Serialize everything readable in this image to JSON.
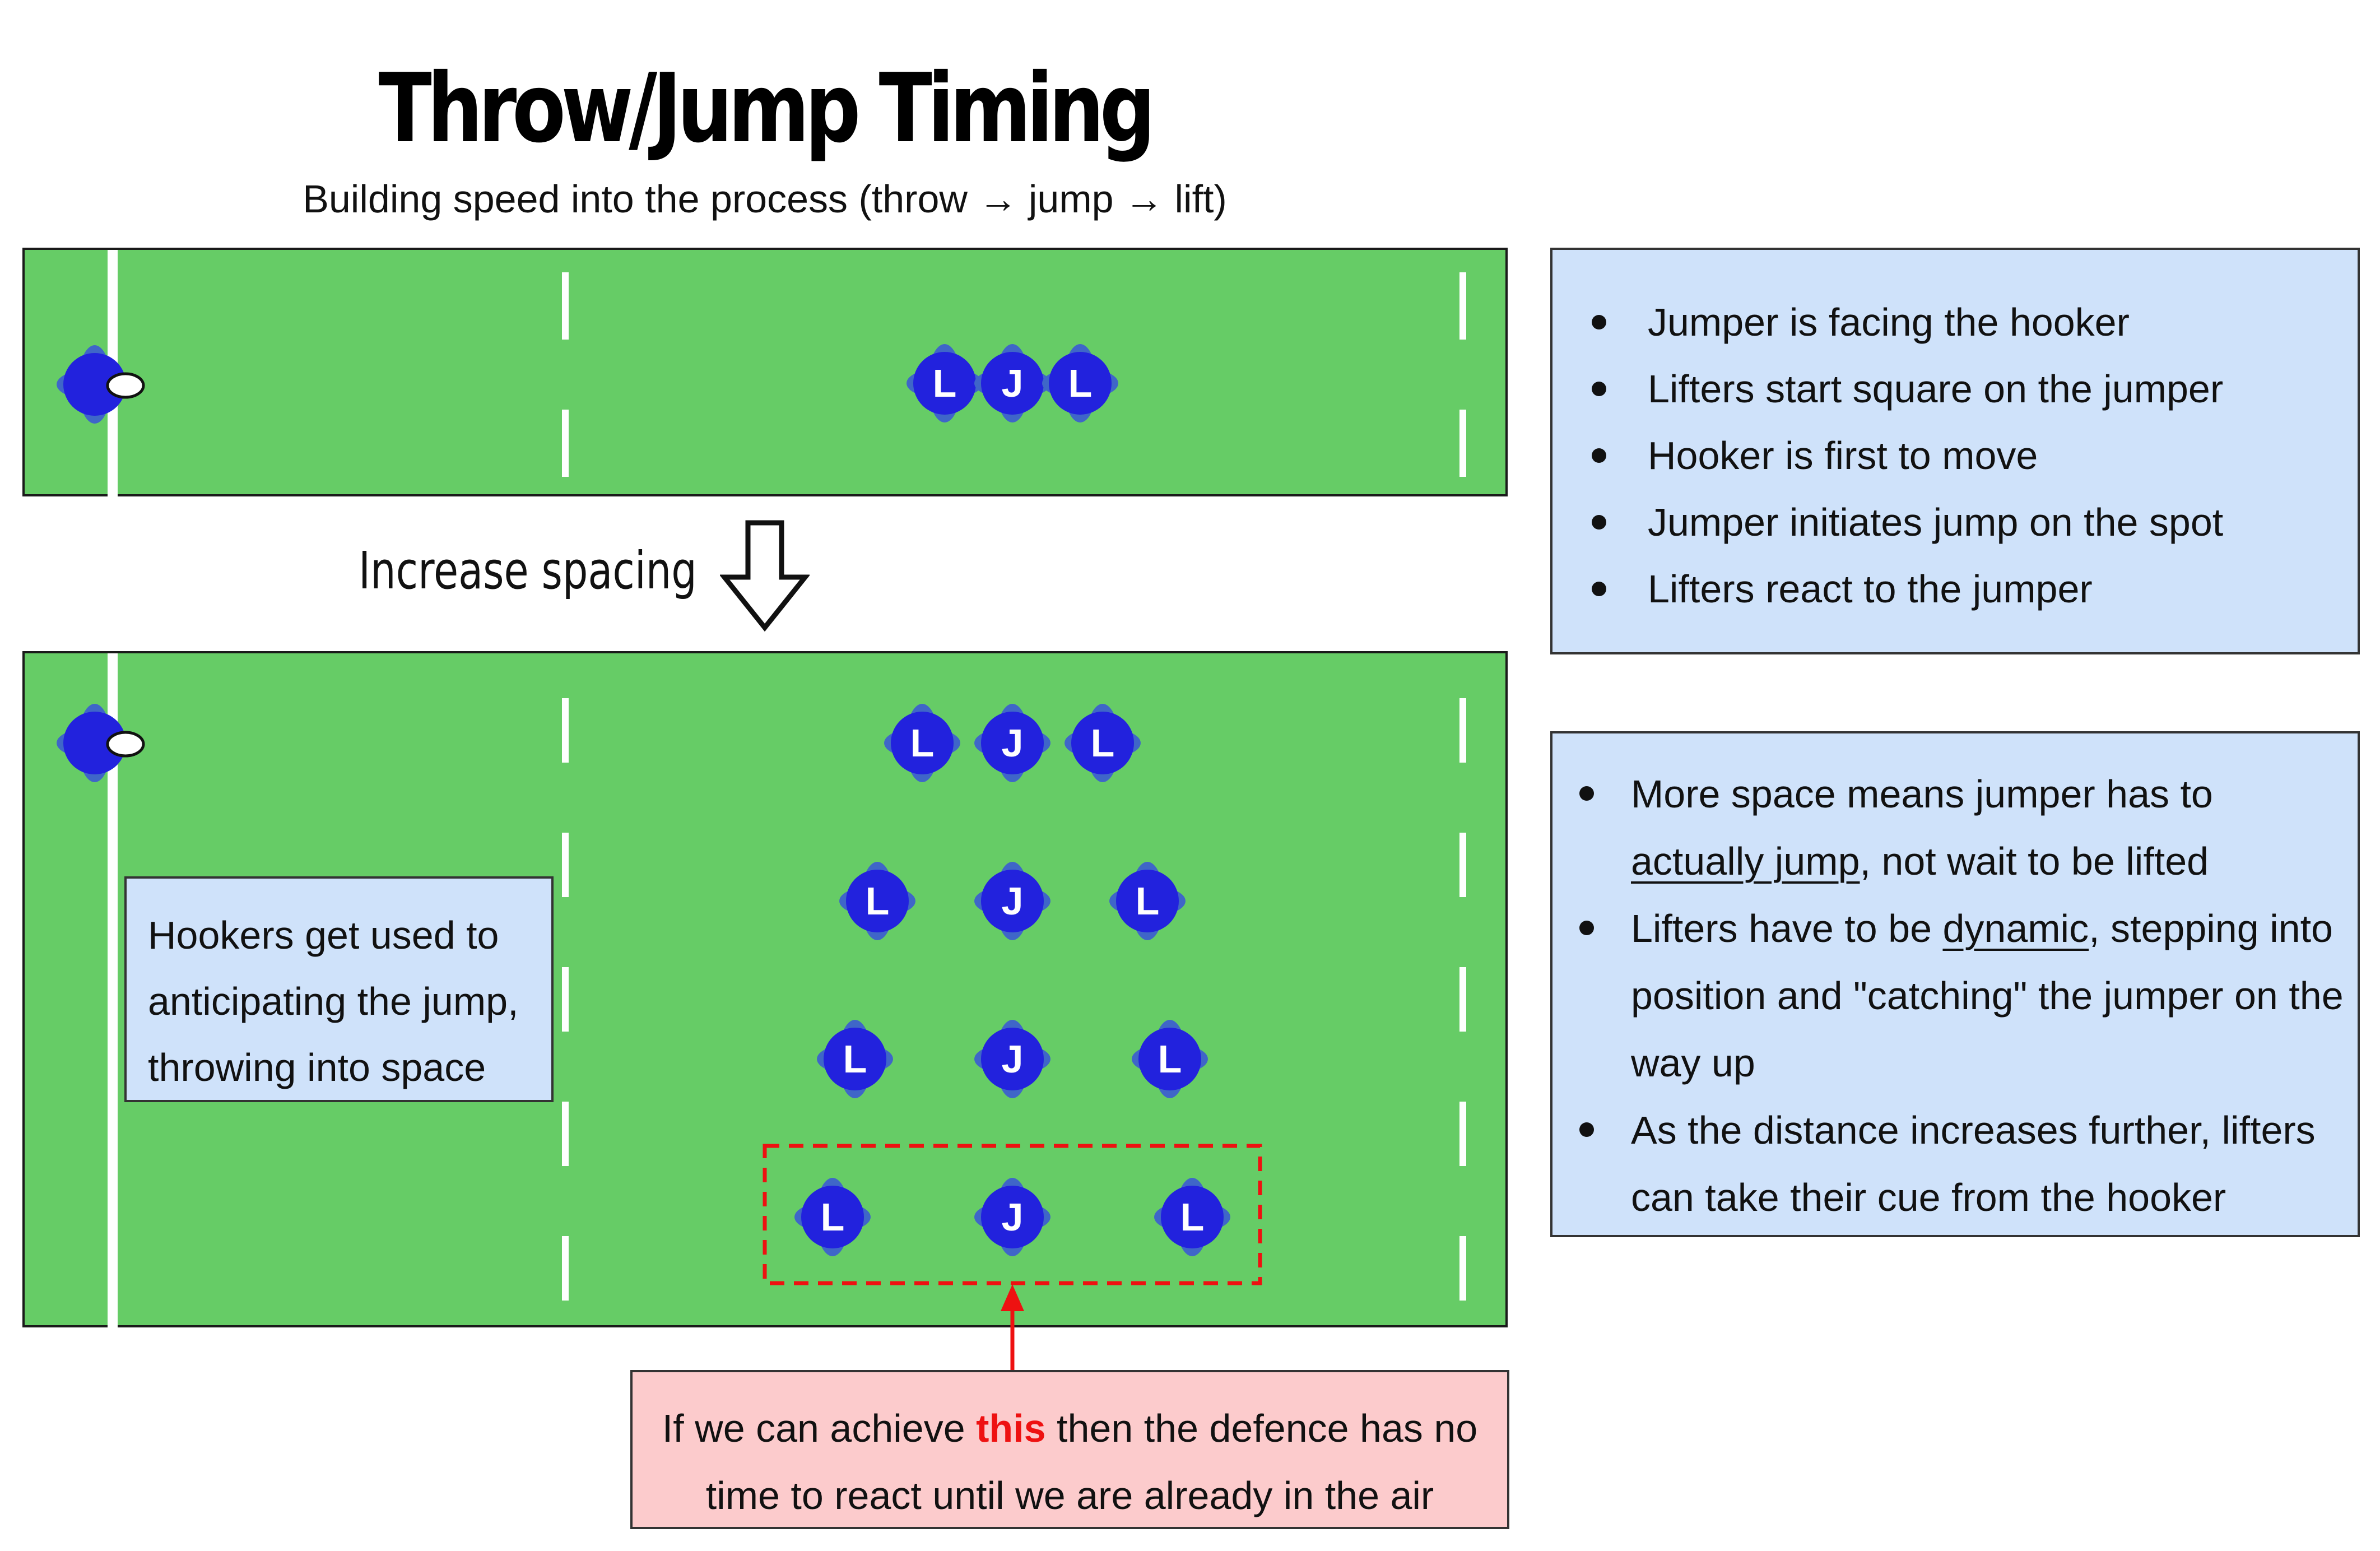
{
  "title": "Throw/Jump Timing",
  "subtitle": "Building speed into the process (throw → jump → lift)",
  "increase_label": "Increase spacing",
  "player_labels": {
    "lifter": "L",
    "jumper": "J"
  },
  "hooker_note": {
    "line1": "Hookers get used to",
    "line2": "anticipating the jump,",
    "line3": "throwing into space"
  },
  "info_top": [
    "Jumper is facing the hooker",
    "Lifters start square on the jumper",
    "Hooker is first to move",
    "Jumper initiates jump on the spot",
    "Lifters react to the jumper"
  ],
  "info_bottom": {
    "item1_a": "More space means jumper has to",
    "item1_u": "actually jump",
    "item1_b": ", not wait to be lifted",
    "item2_a": "Lifters have to be ",
    "item2_u": "dynamic",
    "item2_b": ", stepping into position and \"catching\" the jumper on the way up",
    "item3": "As the distance increases further, lifters can take their cue from the hooker"
  },
  "callout": {
    "before": "If we can achieve ",
    "highlight": "this",
    "after": " then the defence has no",
    "line2": "time to react until we are already in the air"
  },
  "colors": {
    "field": "#66cc66",
    "player": "#2222dd",
    "player_shadow": "#3f66c8",
    "info_box": "#cfe2fa",
    "callout_box": "#fccbcc",
    "highlight": "#ee1111"
  }
}
